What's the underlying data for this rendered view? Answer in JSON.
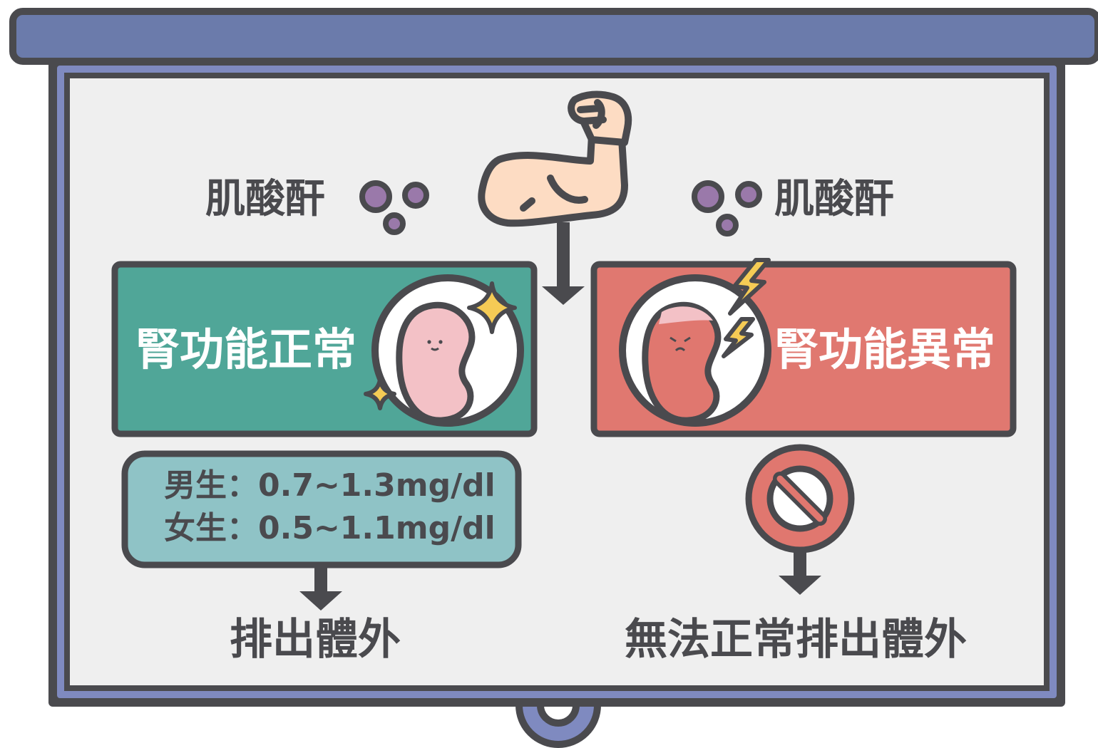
{
  "colors": {
    "outline": "#4a4a4e",
    "roller": "#6b7bab",
    "screen_bg": "#efefef",
    "frame_blue": "#7f8ac0",
    "normal_box": "#50a698",
    "abnormal_box": "#e07870",
    "range_box": "#8fc3c6",
    "particle": "#9a79aa",
    "kidney_pink": "#f3c1c6",
    "kidney_red": "#e0776f",
    "sparkle": "#f5cb55",
    "skin": "#fddcc3"
  },
  "left": {
    "creatinine_label": "肌酸酐",
    "status_label": "腎功能正常",
    "ranges": [
      "男生：0.7~1.3mg/dl",
      "女生：0.5~1.1mg/dl"
    ],
    "result_label": "排出體外"
  },
  "right": {
    "creatinine_label": "肌酸酐",
    "status_label": "腎功能異常",
    "result_label": "無法正常排出體外"
  },
  "icons": {
    "muscle": "flexed-arm-icon",
    "healthy_kidney": "happy-kidney-icon",
    "unhealthy_kidney": "sad-kidney-icon",
    "sparkles": "sparkle-icon",
    "lightning": "lightning-icon",
    "prohibited": "no-entry-icon"
  }
}
